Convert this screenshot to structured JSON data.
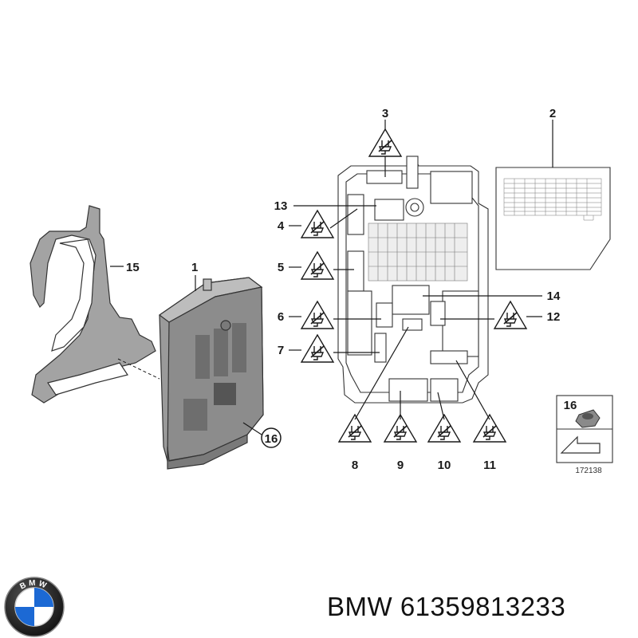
{
  "callouts": {
    "c1": "1",
    "c2": "2",
    "c3": "3",
    "c4": "4",
    "c5": "5",
    "c6": "6",
    "c7": "7",
    "c8": "8",
    "c9": "9",
    "c10": "10",
    "c11": "11",
    "c12": "12",
    "c13": "13",
    "c14": "14",
    "c15": "15",
    "c16": "16",
    "c16_ref": "16"
  },
  "reference_number": "172138",
  "brand": {
    "logo_text": "BMW"
  },
  "part_label": "BMW 61359813233",
  "colors": {
    "line": "#1a1a1a",
    "part_fill": "#9a9a9a",
    "part_dark": "#6e6e6e"
  }
}
